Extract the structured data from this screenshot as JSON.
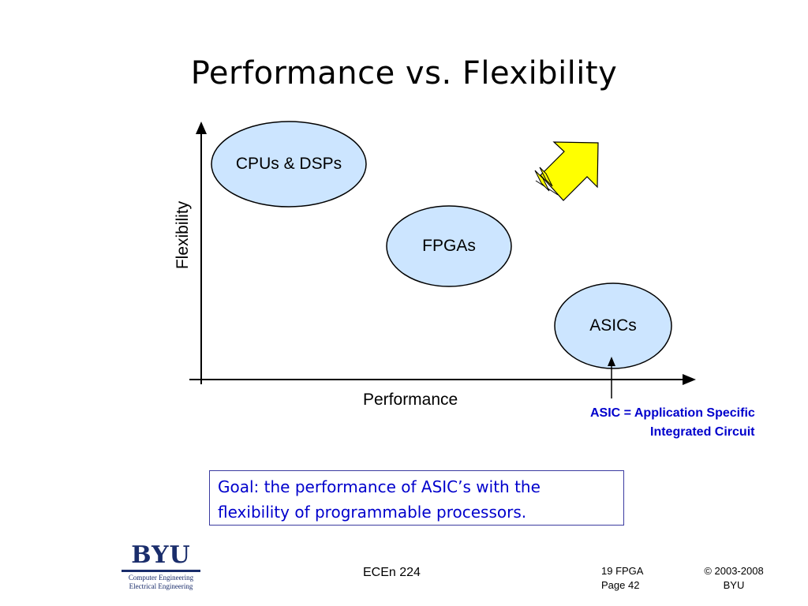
{
  "slide": {
    "title": "Performance vs. Flexibility",
    "y_axis_label": "Flexibility",
    "x_axis_label": "Performance",
    "nodes": [
      {
        "label": "CPUs & DSPs"
      },
      {
        "label": "FPGAs"
      },
      {
        "label": "ASICs"
      }
    ],
    "asic_note_line1": "ASIC = Application Specific",
    "asic_note_line2": "Integrated Circuit",
    "goal_text": "Goal: the performance of ASIC’s with the flexibility of programmable processors.",
    "colors": {
      "ellipse_fill": "#cce5ff",
      "arrow_fill": "#ffff00",
      "note_blue": "#0000cc",
      "byu_navy": "#1a2d6b"
    }
  },
  "footer": {
    "logo_text": "BYU",
    "logo_sub1": "Computer Engineering",
    "logo_sub2": "Electrical Engineering",
    "course": "ECEn 224",
    "lecture": "19 FPGA",
    "page": "Page 42",
    "copyright": "© 2003-2008",
    "org": "BYU"
  }
}
